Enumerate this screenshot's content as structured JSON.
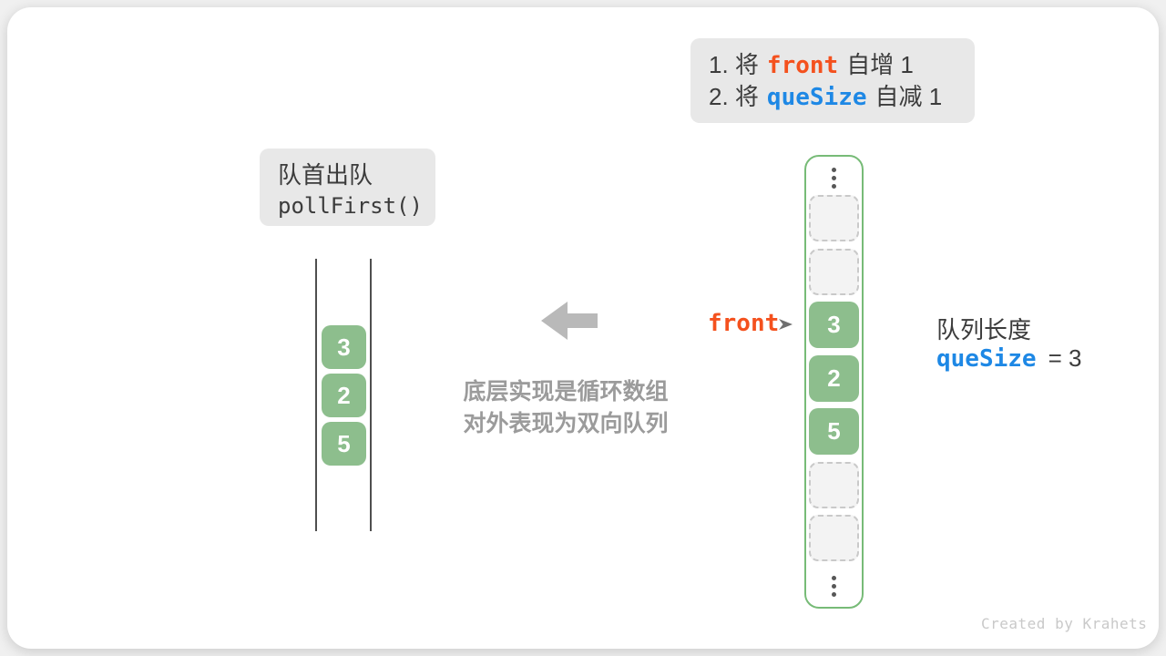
{
  "colors": {
    "keyword_orange": "#F4511E",
    "keyword_blue": "#1E88E5",
    "cell_green": "#8DBE8D",
    "array_border_green": "#77BB77",
    "note_box_gray": "#E8E8E8",
    "text_dark": "#3C3C3C",
    "muted_gray": "#9B9B9B"
  },
  "step_note": {
    "lines": [
      {
        "prefix": "1. 将",
        "keyword": "front",
        "suffix": "自增 1"
      },
      {
        "prefix": "2. 将",
        "keyword": "queSize",
        "suffix": "自减 1"
      }
    ]
  },
  "operation": {
    "title": "队首出队",
    "method": "pollFirst()"
  },
  "abstract_queue": {
    "values": [
      "3",
      "2",
      "5"
    ]
  },
  "center_caption": {
    "line1": "底层实现是循环数组",
    "line2": "对外表现为双向队列"
  },
  "front_pointer": {
    "label": "front"
  },
  "circular_array": {
    "slots": [
      {
        "type": "empty"
      },
      {
        "type": "empty"
      },
      {
        "type": "filled",
        "value": "3"
      },
      {
        "type": "filled",
        "value": "2"
      },
      {
        "type": "filled",
        "value": "5"
      },
      {
        "type": "empty"
      },
      {
        "type": "empty"
      }
    ]
  },
  "queue_length": {
    "title": "队列长度",
    "keyword": "queSize",
    "value_text": "= 3"
  },
  "watermark": "Created by Krahets"
}
